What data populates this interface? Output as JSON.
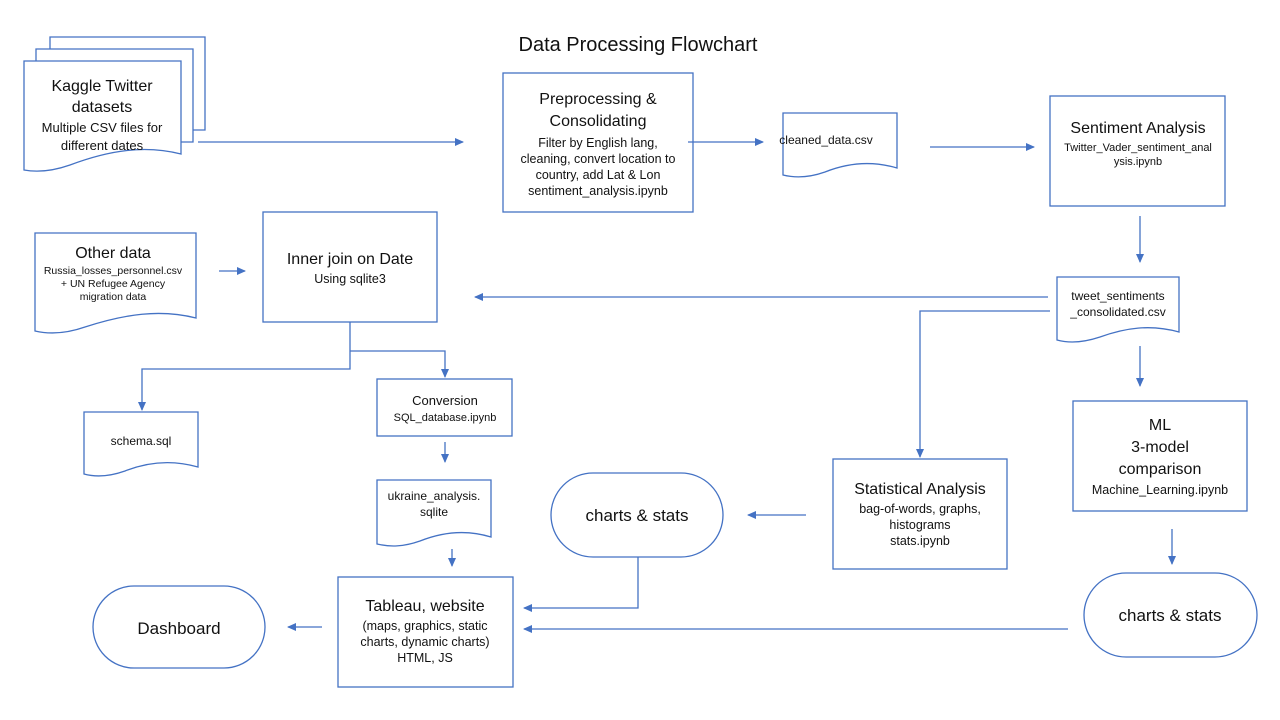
{
  "title": "Data Processing Flowchart",
  "nodes": {
    "kaggle": {
      "title_lines": [
        "Kaggle Twitter",
        "datasets"
      ],
      "desc_lines": [
        "Multiple CSV files for",
        "different dates"
      ]
    },
    "preprocess": {
      "title_lines": [
        "Preprocessing &",
        "Consolidating"
      ],
      "desc_lines": [
        "Filter by English lang,",
        "cleaning, convert location to",
        "country, add Lat & Lon",
        "sentiment_analysis.ipynb"
      ]
    },
    "cleaned": {
      "desc_lines": [
        "cleaned_data.csv"
      ]
    },
    "sentiment": {
      "title_lines": [
        "Sentiment Analysis"
      ],
      "desc_lines": [
        "Twitter_Vader_sentiment_anal",
        "ysis.ipynb"
      ]
    },
    "other": {
      "title_lines": [
        "Other data"
      ],
      "desc_lines": [
        "Russia_losses_personnel.csv",
        "+ UN Refugee Agency",
        "migration data"
      ]
    },
    "innerjoin": {
      "title_lines": [
        "Inner join on Date"
      ],
      "desc_lines": [
        "Using sqlite3"
      ]
    },
    "tweetsent": {
      "desc_lines": [
        "tweet_sentiments",
        "_consolidated.csv"
      ]
    },
    "schema": {
      "desc_lines": [
        "schema.sql"
      ]
    },
    "conversion": {
      "title_lines": [
        "Conversion"
      ],
      "desc_lines": [
        "SQL_database.ipynb"
      ]
    },
    "ml": {
      "title_lines": [
        "ML",
        "3-model",
        "comparison"
      ],
      "desc_lines": [
        "Machine_Learning.ipynb"
      ]
    },
    "ukraine": {
      "desc_lines": [
        "ukraine_analysis.",
        "sqlite"
      ]
    },
    "charts1": {
      "title_lines": [
        "charts & stats"
      ]
    },
    "stats": {
      "title_lines": [
        "Statistical Analysis"
      ],
      "desc_lines": [
        "bag-of-words, graphs,",
        "histograms",
        "stats.ipynb"
      ]
    },
    "dashboard": {
      "title_lines": [
        "Dashboard"
      ]
    },
    "tableau": {
      "title_lines": [
        "Tableau, website"
      ],
      "desc_lines": [
        "(maps, graphics, static",
        "charts, dynamic charts)",
        "HTML, JS"
      ]
    },
    "charts2": {
      "title_lines": [
        "charts & stats"
      ]
    }
  }
}
